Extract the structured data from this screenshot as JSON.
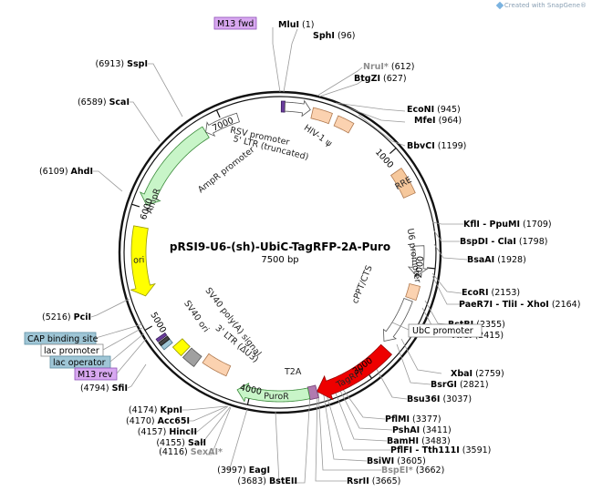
{
  "plasmid": {
    "name": "pRSI9-U6-(sh)-UbiC-TagRFP-2A-Puro",
    "size_label": "7500 bp",
    "length": 7500
  },
  "brand_text": "Created with SnapGene®",
  "colors": {
    "backbone": "#111111",
    "amp_green": "#c8f5c8",
    "ori_yellow": "#ffff00",
    "tagrfp_red": "#ee0000",
    "ltr_peach": "#fbd2b0",
    "rre_peach": "#f6c89c",
    "promoter_white": "#ffffff",
    "m13_purple": "#d8a8f0",
    "cap_blue": "#9fc6d6",
    "grey_box": "#a0a0a0"
  },
  "ticks": [
    {
      "pos": 1000,
      "label": "1000"
    },
    {
      "pos": 2000,
      "label": "2000"
    },
    {
      "pos": 3000,
      "label": "3000"
    },
    {
      "pos": 4000,
      "label": "4000"
    },
    {
      "pos": 5000,
      "label": "5000"
    },
    {
      "pos": 6000,
      "label": "6000"
    },
    {
      "pos": 7000,
      "label": "7000"
    }
  ],
  "sites": [
    {
      "name": "MluI",
      "pos": "(1)",
      "grey": false
    },
    {
      "name": "SphI",
      "pos": "(96)",
      "grey": false
    },
    {
      "name": "NruI*",
      "pos": "(612)",
      "grey": true
    },
    {
      "name": "BtgZI",
      "pos": "(627)",
      "grey": false
    },
    {
      "name": "EcoNI",
      "pos": "(945)",
      "grey": false
    },
    {
      "name": "MfeI",
      "pos": "(964)",
      "grey": false
    },
    {
      "name": "BbvCI",
      "pos": "(1199)",
      "grey": false
    },
    {
      "name": "KflI - PpuMI",
      "pos": "(1709)",
      "grey": false
    },
    {
      "name": "BspDI - ClaI",
      "pos": "(1798)",
      "grey": false
    },
    {
      "name": "BsaAI",
      "pos": "(1928)",
      "grey": false
    },
    {
      "name": "EcoRI",
      "pos": "(2153)",
      "grey": false
    },
    {
      "name": "PaeR7I - TliI - XhoI",
      "pos": "(2164)",
      "grey": false
    },
    {
      "name": "BstBI",
      "pos": "(2355)",
      "grey": false
    },
    {
      "name": "AfeI",
      "pos": "(2415)",
      "grey": false
    },
    {
      "name": "XbaI",
      "pos": "(2759)",
      "grey": false
    },
    {
      "name": "BsrGI",
      "pos": "(2821)",
      "grey": false
    },
    {
      "name": "Bsu36I",
      "pos": "(3037)",
      "grey": false
    },
    {
      "name": "PflMI",
      "pos": "(3377)",
      "grey": false
    },
    {
      "name": "PshAI",
      "pos": "(3411)",
      "grey": false
    },
    {
      "name": "BamHI",
      "pos": "(3483)",
      "grey": false
    },
    {
      "name": "PflFI - Tth111I",
      "pos": "(3591)",
      "grey": false
    },
    {
      "name": "BsiWI",
      "pos": "(3605)",
      "grey": false
    },
    {
      "name": "BspEI*",
      "pos": "(3662)",
      "grey": true
    },
    {
      "name": "RsrII",
      "pos": "(3665)",
      "grey": false
    },
    {
      "name": "BstEII",
      "pos": "(3683)",
      "grey": false
    },
    {
      "name": "EagI",
      "pos": "(3997)",
      "grey": false
    },
    {
      "name": "SexAI*",
      "pos": "(4116)",
      "grey": true
    },
    {
      "name": "SalI",
      "pos": "(4155)",
      "grey": false
    },
    {
      "name": "HincII",
      "pos": "(4157)",
      "grey": false
    },
    {
      "name": "Acc65I",
      "pos": "(4170)",
      "grey": false
    },
    {
      "name": "KpnI",
      "pos": "(4174)",
      "grey": false
    },
    {
      "name": "SfiI",
      "pos": "(4794)",
      "grey": false
    },
    {
      "name": "PciI",
      "pos": "(5216)",
      "grey": false
    },
    {
      "name": "AhdI",
      "pos": "(6109)",
      "grey": false
    },
    {
      "name": "ScaI",
      "pos": "(6589)",
      "grey": false
    },
    {
      "name": "SspI",
      "pos": "(6913)",
      "grey": false
    }
  ],
  "features": {
    "rsv_promoter": "RSV promoter",
    "ltr5": "5' LTR (truncated)",
    "hiv_psi": "HIV-1 ψ",
    "rre": "RRE",
    "u6_promoter": "U6 promoter",
    "cppt": "cPPT/CTS",
    "ubc_promoter": "UbC promoter",
    "tagrfp": "TagRFP",
    "t2a": "T2A",
    "puror": "PuroR",
    "ltr3": "3' LTR (ΔU3)",
    "sv40_polya": "SV40 poly(A) signal",
    "sv40_ori": "SV40 ori",
    "ori": "ori",
    "ampr": "AmpR",
    "ampr_promoter": "AmpR promoter"
  },
  "boxed_labels": {
    "m13_fwd": "M13 fwd",
    "m13_rev": "M13 rev",
    "cap_site": "CAP binding site",
    "lac_promoter": "lac promoter",
    "lac_operator": "lac operator",
    "ubc_box": "UbC promoter"
  }
}
